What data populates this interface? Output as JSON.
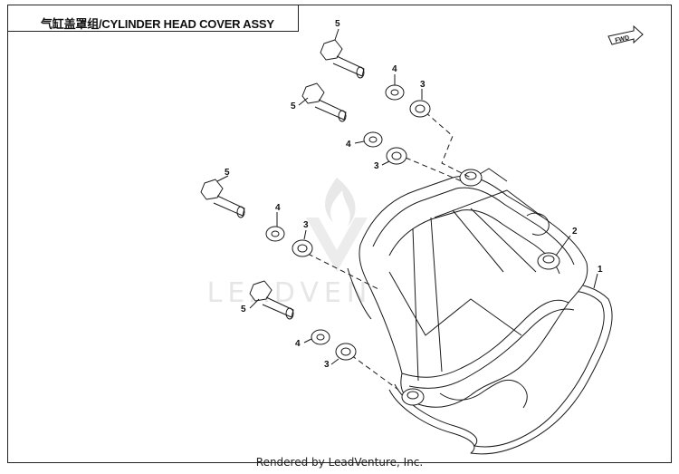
{
  "title": "气缸盖罩组/CYLINDER HEAD COVER ASSY",
  "footer": "Rendered by LeadVenture, Inc.",
  "fwd_label": "FWD",
  "watermark": "LEADVENTURE",
  "callouts": {
    "c5a": "5",
    "c4a": "4",
    "c3a": "3",
    "c5b": "5",
    "c4b": "4",
    "c3b": "3",
    "c5c": "5",
    "c4c": "4",
    "c3c": "3",
    "c5d": "5",
    "c4d": "4",
    "c3d": "3",
    "c2": "2",
    "c1": "1"
  },
  "colors": {
    "line": "#1a1a1a",
    "watermark": "#e6e6e6"
  }
}
